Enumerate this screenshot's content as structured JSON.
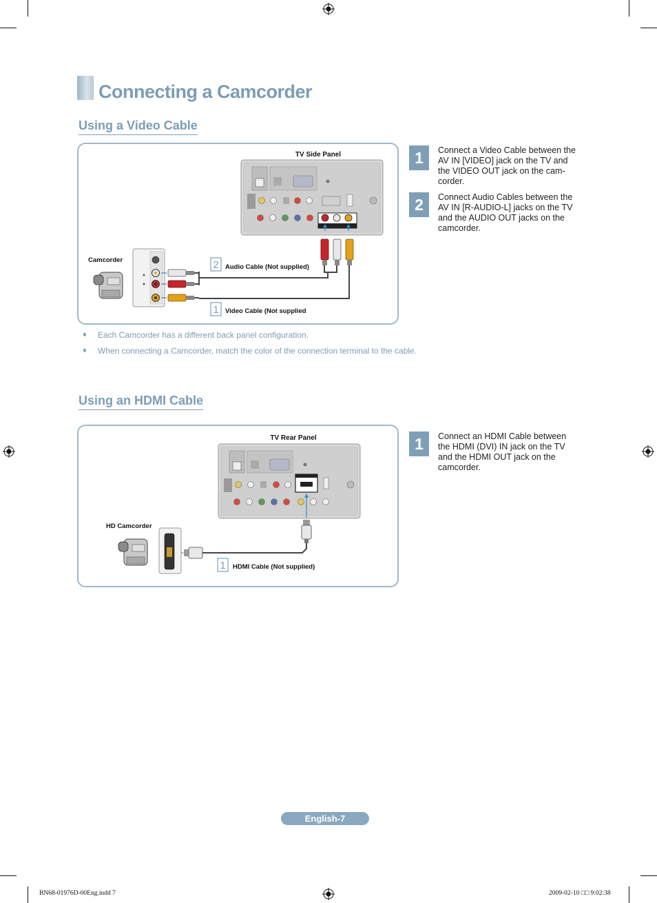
{
  "page": {
    "title": "Connecting a Camcorder",
    "footer": "English-7",
    "slug_left": "BN68-01976D-00Eng.indd   7",
    "slug_right": "2009-02-10   □□ 9:02:38"
  },
  "video_section": {
    "heading": "Using a Video Cable",
    "diagram": {
      "panel_label": "TV Side Panel",
      "device_label": "Camcorder",
      "cable2_num": "2",
      "cable2_label": "Audio Cable (Not supplied)",
      "cable1_num": "1",
      "cable1_label": "Video Cable (Not supplied"
    },
    "steps": [
      {
        "num": "1",
        "text": "Connect a Video Cable between the AV IN [VIDEO] jack on the TV and the VIDEO OUT jack on the cam-corder."
      },
      {
        "num": "2",
        "text": "Connect Audio Cables between the AV IN [R-AUDIO-L] jacks on the TV and the AUDIO OUT jacks on the camcorder."
      }
    ],
    "notes": [
      "Each Camcorder has a different back panel configuration.",
      "When connecting a Camcorder, match the color of the connection terminal to the cable."
    ],
    "note_icon": "arrow-note-icon"
  },
  "hdmi_section": {
    "heading": "Using an HDMI Cable",
    "diagram": {
      "panel_label": "TV Rear Panel",
      "device_label": "HD Camcorder",
      "cable_num": "1",
      "cable_label": "HDMI Cable (Not supplied)"
    },
    "steps": [
      {
        "num": "1",
        "text": "Connect an HDMI Cable between the HDMI (DVI) IN jack on the TV and the HDMI OUT jack on the camcorder."
      }
    ]
  },
  "colors": {
    "accent": "#7c9db4",
    "box_border": "#9fb9cb",
    "step_bg": "#7f9fb6",
    "red_plug": "#c8242b",
    "yellow_plug": "#e3a21a",
    "white_plug": "#e8e8e8"
  }
}
